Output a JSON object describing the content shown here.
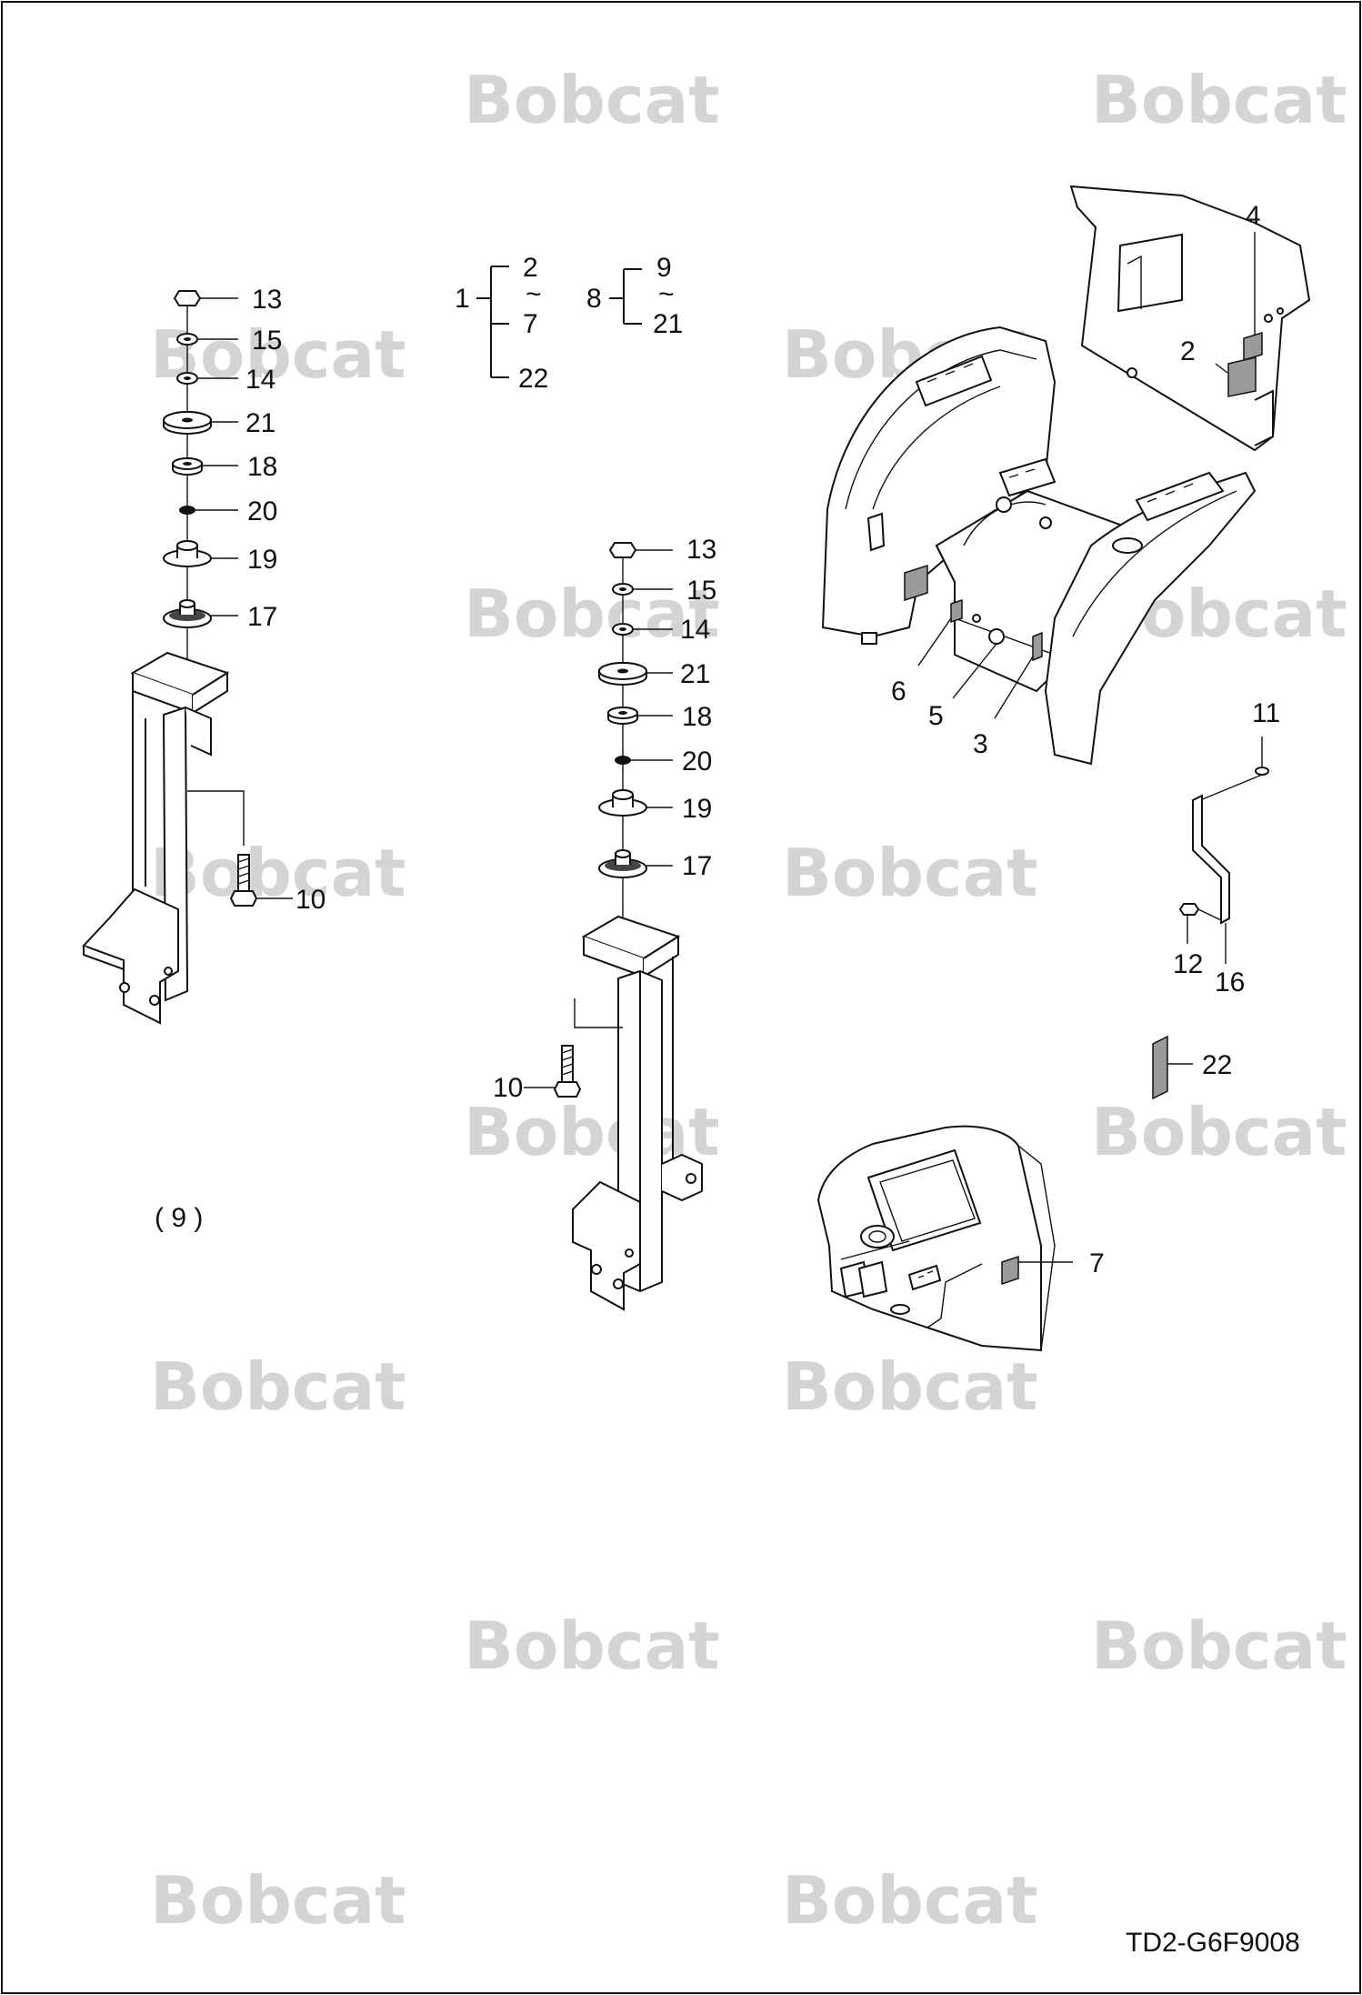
{
  "watermark": {
    "text": "Bobcat"
  },
  "group_1": {
    "parent": "1",
    "first": "2",
    "tilde": "~",
    "last": "7",
    "extra": "22"
  },
  "group_8": {
    "parent": "8",
    "first": "9",
    "tilde": "~",
    "last": "21"
  },
  "left_stack": {
    "labels": [
      "13",
      "15",
      "14",
      "21",
      "18",
      "20",
      "19",
      "17"
    ],
    "bolt": "10"
  },
  "center_stack": {
    "labels": [
      "13",
      "15",
      "14",
      "21",
      "18",
      "20",
      "19",
      "17"
    ],
    "bolt": "10"
  },
  "panel_labels": {
    "decal_4": "4",
    "decal_2": "2",
    "decal_6": "6",
    "decal_5": "5",
    "decal_3": "3"
  },
  "bracket_labels": {
    "screw_11": "11",
    "nut_12": "12",
    "bracket_16": "16"
  },
  "decal_22_label": "22",
  "dash_decal_label": "7",
  "qty_note": "( 9 )",
  "figure_code": "TD2-G6F9008",
  "colors": {
    "line": "#111111",
    "decal": "#9a9a9a",
    "watermark": "#d4d4d4"
  }
}
